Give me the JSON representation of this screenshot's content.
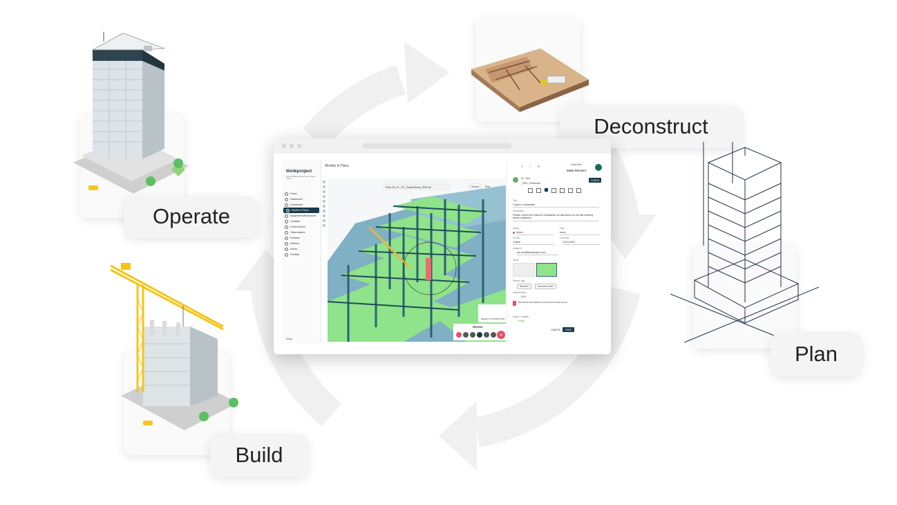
{
  "phases": {
    "operate": "Operate",
    "deconstruct": "Deconstruct",
    "plan": "Plan",
    "build": "Build"
  },
  "app": {
    "logo": "thinkproject",
    "tagline": "Better Buildings. Better World. Better Future.",
    "header_title": "Models & Plans",
    "user_name": "John Doe",
    "project_name": "DEMO PROJECT",
    "sidebar": {
      "items": [
        {
          "label": "Home",
          "active": false
        },
        {
          "label": "Dashboard",
          "active": false
        },
        {
          "label": "Documents",
          "active": false
        },
        {
          "label": "Models & Plans",
          "active": true
        },
        {
          "label": "Equipments/Resources",
          "active": false
        },
        {
          "label": "Contacts",
          "active": false
        },
        {
          "label": "Control forms",
          "active": false
        },
        {
          "label": "Observations",
          "active": false
        },
        {
          "label": "Reviews",
          "active": false
        },
        {
          "label": "Delivery",
          "active": false
        },
        {
          "label": "Admin",
          "active": false
        },
        {
          "label": "Portfolio",
          "active": false
        }
      ],
      "settings": "Setup"
    },
    "viewer": {
      "file_name": "Plan 03_FL_ST_SmartDemo_R01.ifc",
      "tabs": [
        "Models",
        "Plan"
      ],
      "review_title": "REVIEW",
      "review_panel_label": "SELECT FUTURE POINT"
    },
    "detail_panel": {
      "config_label": "CONFIG",
      "issue_id": "#1 - Test",
      "issue_location": "_GDK - Eindhoven",
      "title_label": "Title",
      "title_value": "Column Localisation",
      "description_label": "Description",
      "description_value": "Please correct the column's localisation as discussed on our last meeting (report attached).",
      "status_label": "Status",
      "status_value": "Active",
      "type_label": "Type",
      "type_value": "Issue",
      "priority_label": "Priority",
      "priority_value": "Critical",
      "due_label": "Limit date",
      "due_value": "31/01/2024",
      "assignee_label": "Assign to",
      "assignee_value": "joe.doe@thinkproject.com",
      "views_label": "Views",
      "tags_label": "Shared Tags",
      "tags": [
        "Mid-level",
        "structural model"
      ],
      "files_label": "Attached files",
      "files_count": "FILE",
      "file_name": "BUILDING-00-M-DEMO-ACTB-PLAN-FLOOR-00.pdf",
      "visibility_label": "Rights / Visibility",
      "visibility_value": "Public",
      "cancel_label": "CANCEL",
      "save_label": "SAVE"
    }
  },
  "colors": {
    "brand_dark": "#183a4a",
    "slab_green": "#8fe38a",
    "glass_blue": "#6fa4bd",
    "steel": "#2d6172",
    "crane_yellow": "#f5c518"
  }
}
